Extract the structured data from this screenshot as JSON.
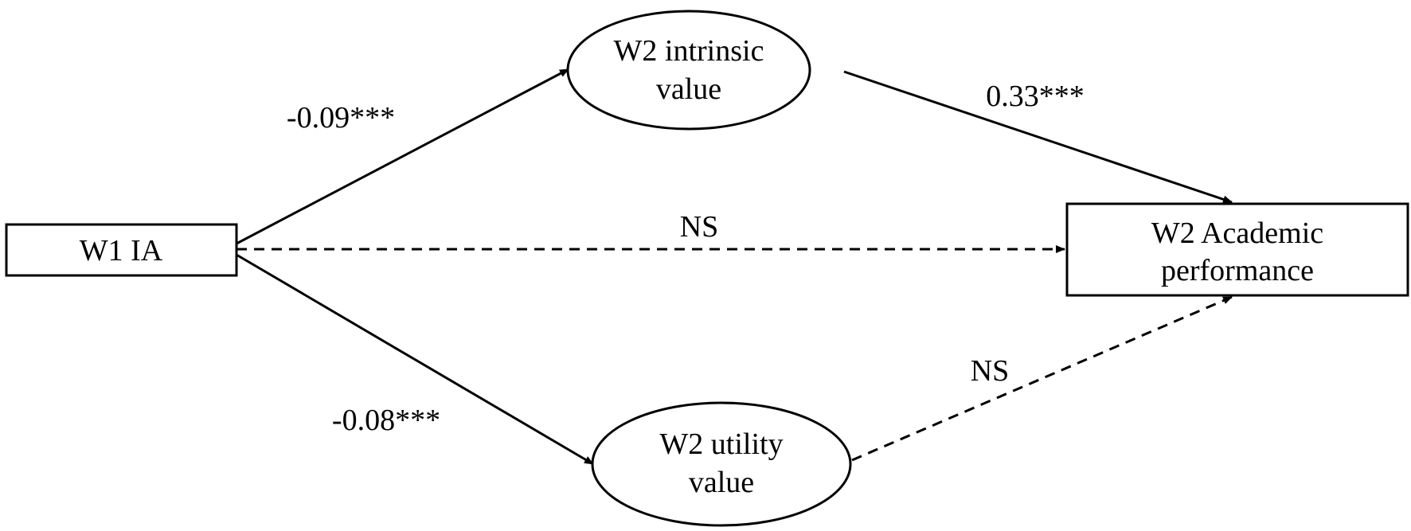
{
  "diagram": {
    "nodes": {
      "w1_ia": {
        "lines": [
          "W1 IA"
        ]
      },
      "intrinsic": {
        "lines": [
          "W2 intrinsic",
          "value"
        ]
      },
      "utility": {
        "lines": [
          "W2 utility",
          "value"
        ]
      },
      "academic": {
        "lines": [
          "W2 Academic",
          "performance"
        ]
      }
    },
    "edges": {
      "ia_to_intrinsic": {
        "label": "-0.09***",
        "style": "solid"
      },
      "intrinsic_to_academic": {
        "label": "0.33***",
        "style": "solid"
      },
      "ia_to_academic": {
        "label": "NS",
        "style": "dashed"
      },
      "ia_to_utility": {
        "label": "-0.08***",
        "style": "solid"
      },
      "utility_to_academic": {
        "label": "NS",
        "style": "dashed"
      }
    }
  }
}
